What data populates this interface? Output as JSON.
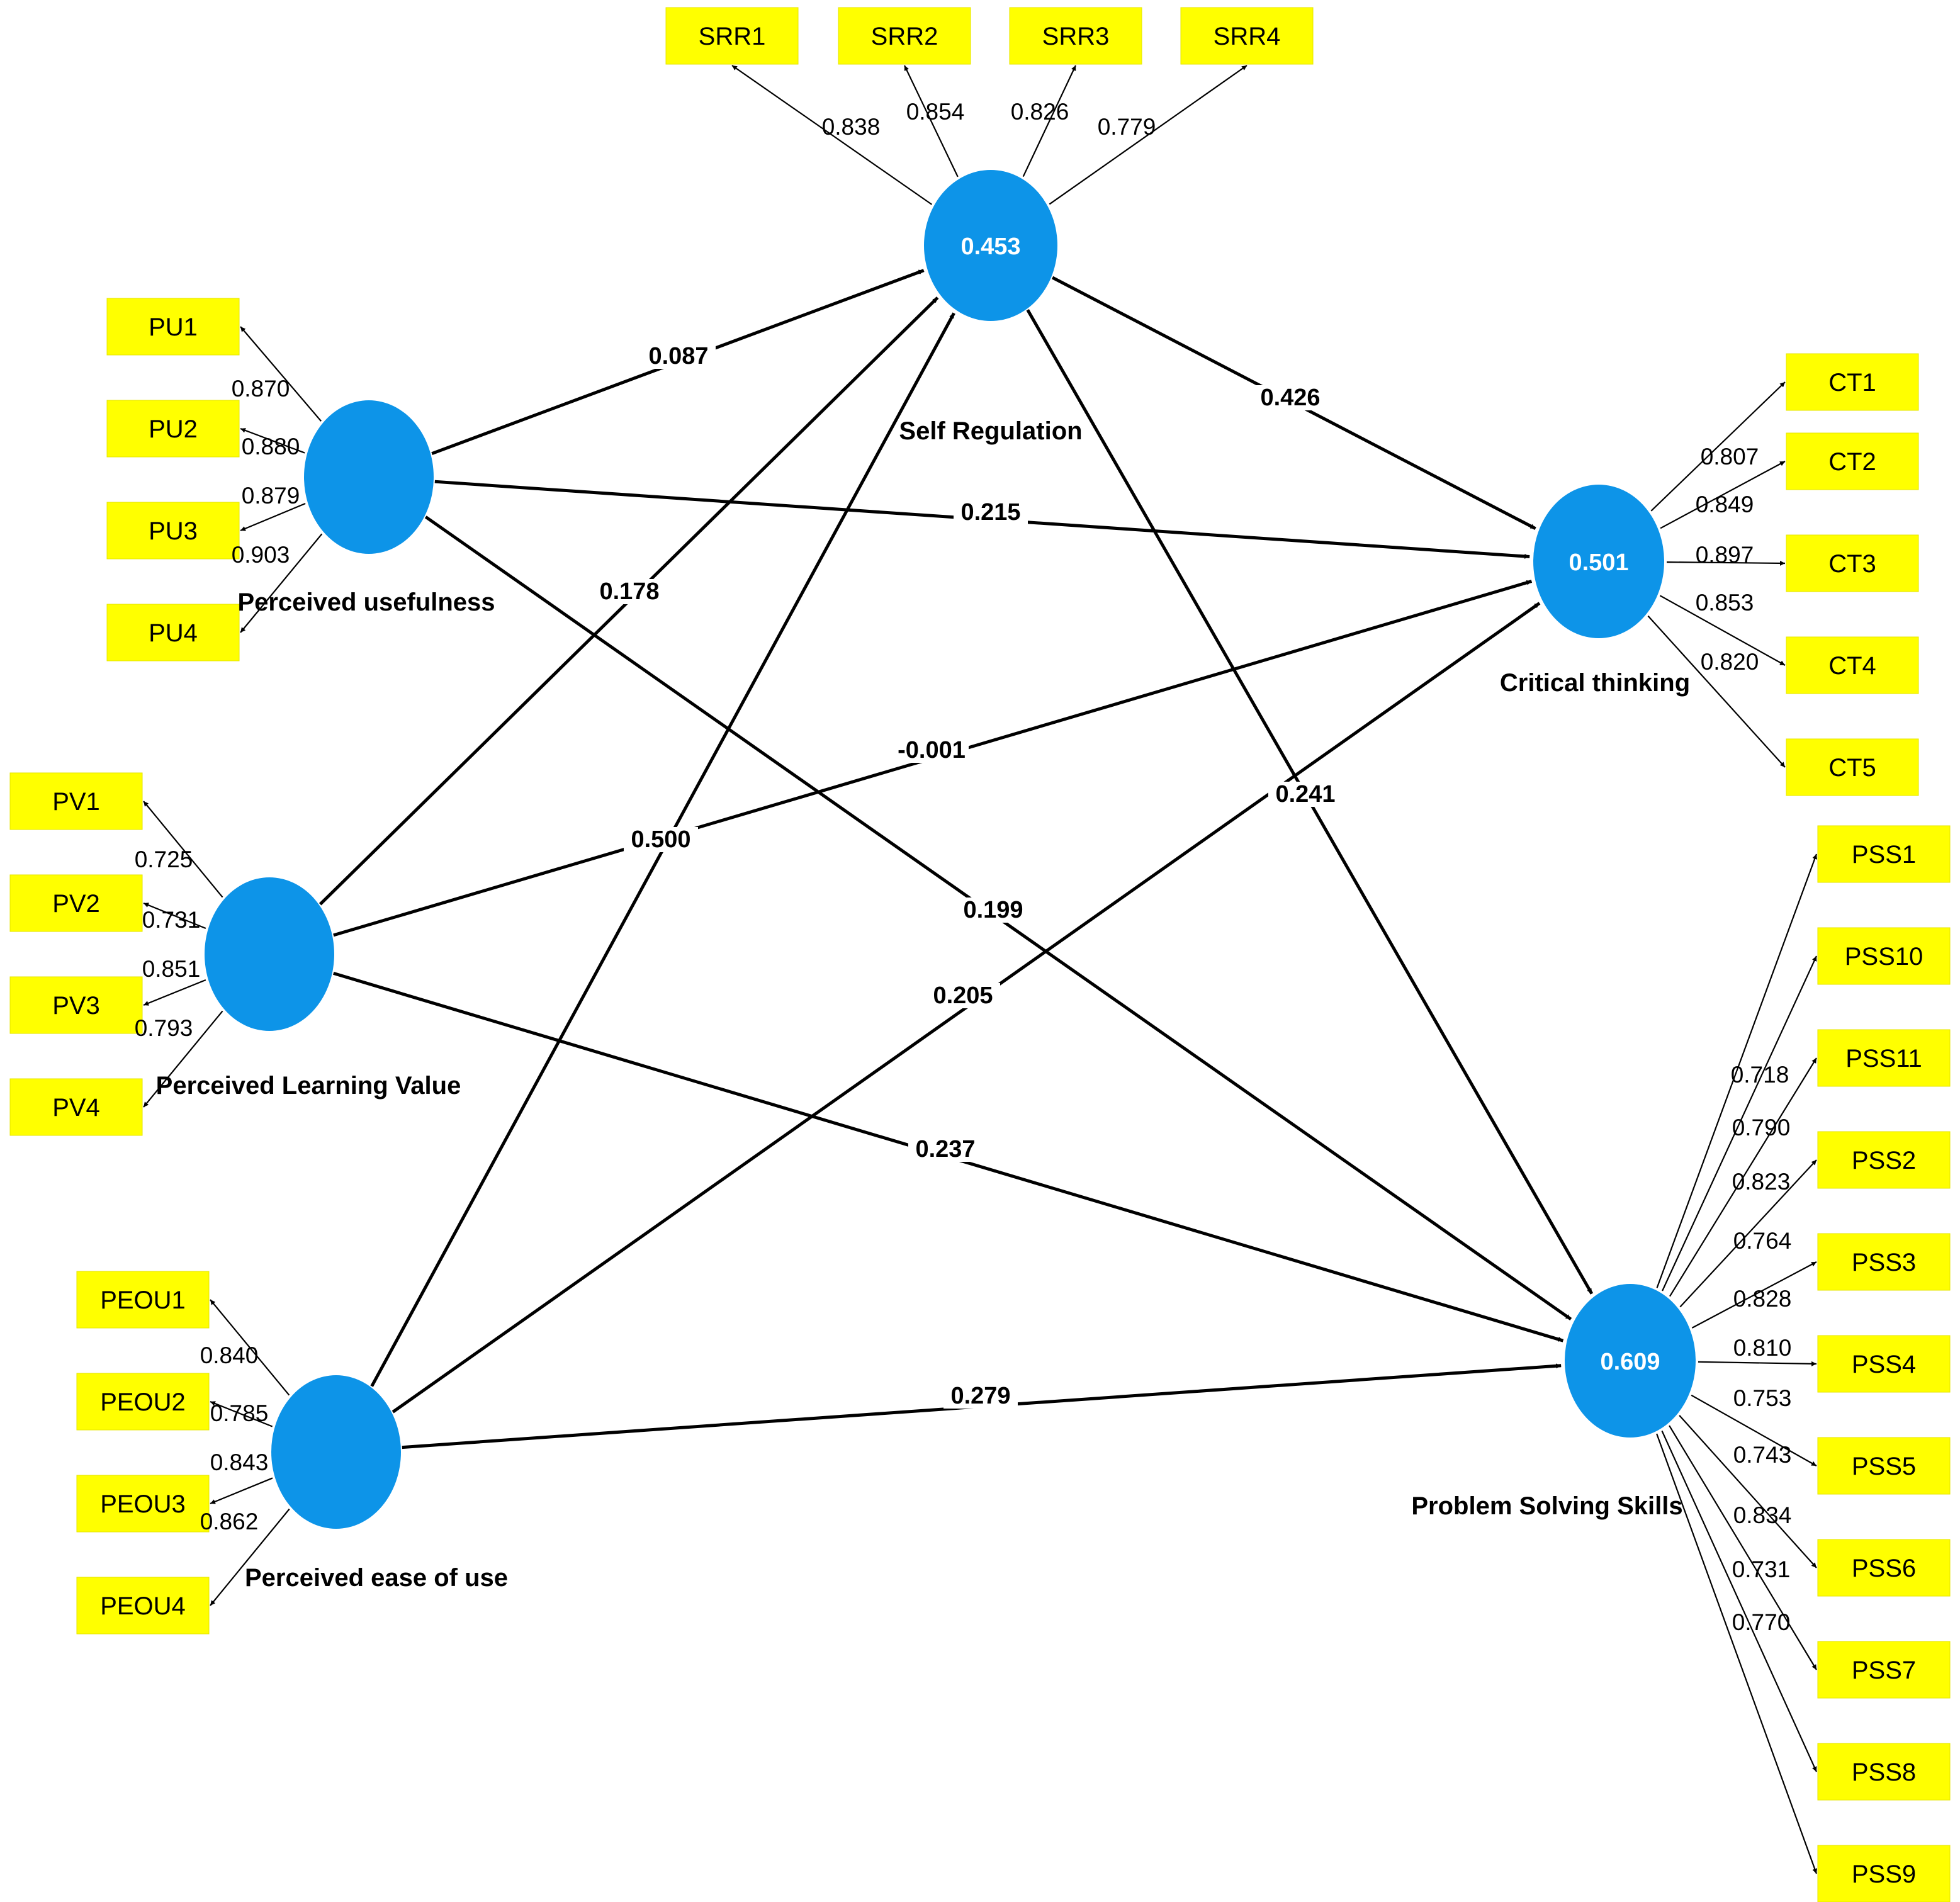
{
  "constructs": {
    "pu": {
      "name": "Perceived usefulness",
      "r2": ""
    },
    "pv": {
      "name": "Perceived Learning Value",
      "r2": ""
    },
    "peou": {
      "name": "Perceived ease of use",
      "r2": ""
    },
    "sr": {
      "name": "Self Regulation",
      "r2": "0.453"
    },
    "ct": {
      "name": "Critical thinking",
      "r2": "0.501"
    },
    "pss": {
      "name": "Problem Solving Skills",
      "r2": "0.609"
    }
  },
  "indicators": {
    "pu": [
      {
        "label": "PU1",
        "loading": "0.870"
      },
      {
        "label": "PU2",
        "loading": "0.880"
      },
      {
        "label": "PU3",
        "loading": "0.879"
      },
      {
        "label": "PU4",
        "loading": "0.903"
      }
    ],
    "pv": [
      {
        "label": "PV1",
        "loading": "0.725"
      },
      {
        "label": "PV2",
        "loading": "0.731"
      },
      {
        "label": "PV3",
        "loading": "0.851"
      },
      {
        "label": "PV4",
        "loading": "0.793"
      }
    ],
    "peou": [
      {
        "label": "PEOU1",
        "loading": "0.840"
      },
      {
        "label": "PEOU2",
        "loading": "0.785"
      },
      {
        "label": "PEOU3",
        "loading": "0.843"
      },
      {
        "label": "PEOU4",
        "loading": "0.862"
      }
    ],
    "sr": [
      {
        "label": "SRR1",
        "loading": "0.838"
      },
      {
        "label": "SRR2",
        "loading": "0.854"
      },
      {
        "label": "SRR3",
        "loading": "0.826"
      },
      {
        "label": "SRR4",
        "loading": "0.779"
      }
    ],
    "ct": [
      {
        "label": "CT1",
        "loading": "0.807"
      },
      {
        "label": "CT2",
        "loading": "0.849"
      },
      {
        "label": "CT3",
        "loading": "0.897"
      },
      {
        "label": "CT4",
        "loading": "0.853"
      },
      {
        "label": "CT5",
        "loading": "0.820"
      }
    ],
    "pss": [
      {
        "label": "PSS1",
        "loading": "0.718"
      },
      {
        "label": "PSS10",
        "loading": "0.790"
      },
      {
        "label": "PSS11",
        "loading": "0.823"
      },
      {
        "label": "PSS2",
        "loading": "0.764"
      },
      {
        "label": "PSS3",
        "loading": "0.828"
      },
      {
        "label": "PSS4",
        "loading": "0.810"
      },
      {
        "label": "PSS5",
        "loading": "0.753"
      },
      {
        "label": "PSS6",
        "loading": "0.743"
      },
      {
        "label": "PSS7",
        "loading": "0.834"
      },
      {
        "label": "PSS8",
        "loading": "0.731"
      },
      {
        "label": "PSS9",
        "loading": "0.770"
      }
    ]
  },
  "paths": [
    {
      "from": "pu",
      "to": "sr",
      "coef": "0.087"
    },
    {
      "from": "pu",
      "to": "ct",
      "coef": "0.215"
    },
    {
      "from": "pu",
      "to": "pss",
      "coef": "0.199"
    },
    {
      "from": "pv",
      "to": "sr",
      "coef": "0.178"
    },
    {
      "from": "pv",
      "to": "ct",
      "coef": "-0.001"
    },
    {
      "from": "pv",
      "to": "pss",
      "coef": "0.237"
    },
    {
      "from": "peou",
      "to": "sr",
      "coef": "0.500"
    },
    {
      "from": "peou",
      "to": "ct",
      "coef": "0.205"
    },
    {
      "from": "peou",
      "to": "pss",
      "coef": "0.279"
    },
    {
      "from": "sr",
      "to": "ct",
      "coef": "0.426"
    },
    {
      "from": "sr",
      "to": "pss",
      "coef": "0.241"
    }
  ],
  "colors": {
    "construct": "#0d94e8",
    "indicator": "#ffff00",
    "line": "#000000"
  }
}
